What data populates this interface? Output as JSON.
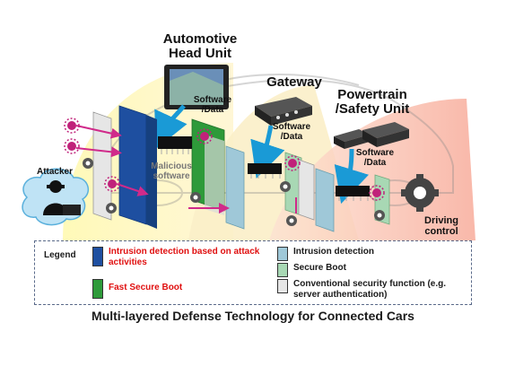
{
  "labels": {
    "head_unit": "Automotive Head Unit",
    "gateway": "Gateway",
    "powertrain": "Powertrain /Safety Unit",
    "sw_data": "Software /Data",
    "attacker": "Attacker",
    "malicious": "Malicious software",
    "driving": "Driving control"
  },
  "legend": {
    "title": "Legend",
    "items": [
      {
        "text": "Intrusion detection based on attack activities",
        "style": "red",
        "color": "#1e4fa0"
      },
      {
        "text": "Fast Secure Boot",
        "style": "red",
        "color": "#2e9a3a"
      },
      {
        "text": "Intrusion detection",
        "style": "black",
        "color": "#9fc8d8"
      },
      {
        "text": "Secure Boot",
        "style": "black",
        "color": "#a8d8b4"
      },
      {
        "text": "Conventional security function (e.g. server authentication)",
        "style": "black",
        "color": "#e6e6e6"
      }
    ]
  },
  "caption": "Multi-layered Defense Technology for Connected Cars",
  "colors": {
    "dark_blue": "#1e4fa0",
    "green": "#2e9a3a",
    "light_blue": "#9fc8d8",
    "light_green": "#a8d8b4",
    "arrow_blue": "#1a9ad6",
    "attack_red": "#d02a8a"
  },
  "icons": [
    "virus-icon",
    "attacker-icon",
    "gear-icon",
    "chip-icon"
  ]
}
